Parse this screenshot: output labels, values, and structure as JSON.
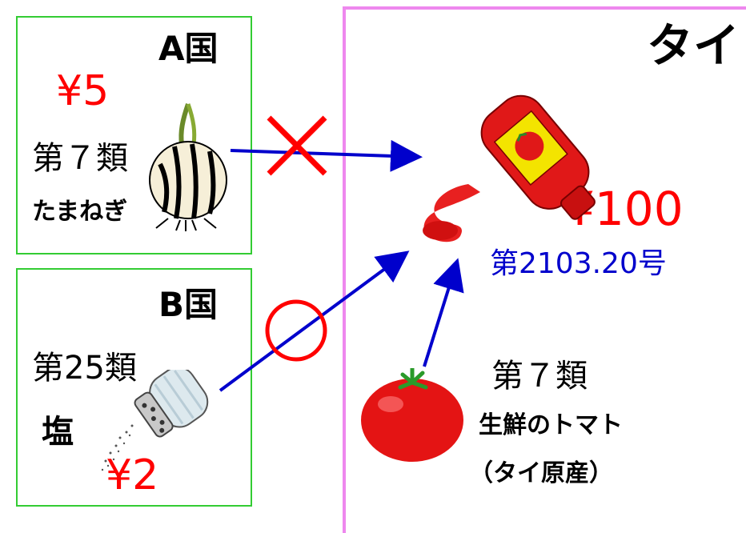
{
  "country_a": {
    "name": "A国",
    "price": "¥5",
    "chapter": "第７類",
    "product": "たまねぎ"
  },
  "country_b": {
    "name": "B国",
    "chapter": "第25類",
    "product": "塩",
    "price": "¥2"
  },
  "thailand": {
    "name": "タイ",
    "product_price": "¥100",
    "product_heading": "第2103.20号",
    "tomato_chapter": "第７類",
    "tomato_label": "生鮮のトマト",
    "tomato_origin": "（タイ原産）"
  },
  "colors": {
    "box_border": "#33cc33",
    "thai_border": "#ee88ee",
    "price": "#ff0000",
    "arrow": "#0000cc",
    "cross": "#ff0000",
    "circle": "#ff0000"
  },
  "icons": {
    "onion": "onion-icon",
    "salt": "salt-shaker-icon",
    "ketchup": "ketchup-bottle-icon",
    "tomato": "tomato-icon",
    "not_originating": "cross-mark-icon",
    "originating": "circle-mark-icon"
  }
}
